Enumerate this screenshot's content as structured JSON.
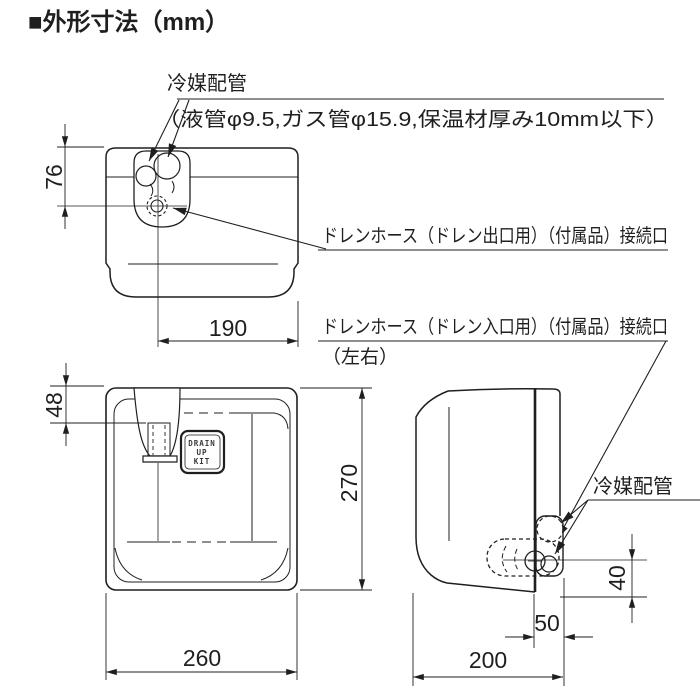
{
  "title": "■外形寸法（mm）",
  "units": "mm",
  "annotations": {
    "refrigerant_piping_top": "冷媒配管",
    "pipe_spec": "（液管φ9.5,ガス管φ15.9,保温材厚み10mm以下）",
    "drain_hose_outlet": "ドレンホース（ドレン出口用）（付属品）接続口",
    "drain_hose_inlet": "ドレンホース（ドレン入口用）（付属品）接続口",
    "drain_hose_inlet_note": "（左右）",
    "refrigerant_piping_side": "冷媒配管"
  },
  "product_label": {
    "line1": "DRAIN",
    "line2": "UP",
    "line3": "KIT"
  },
  "dimensions": {
    "top_view": {
      "pipe_center_drop": "76",
      "pipe_center_to_right_edge": "190"
    },
    "front_view": {
      "drain_connector_drop": "48",
      "height": "270",
      "width": "260"
    },
    "side_view": {
      "drain_port_height": "40",
      "drain_port_offset": "50",
      "depth": "200"
    }
  },
  "colors": {
    "ink": "#1f1f1f",
    "background": "#ffffff"
  }
}
